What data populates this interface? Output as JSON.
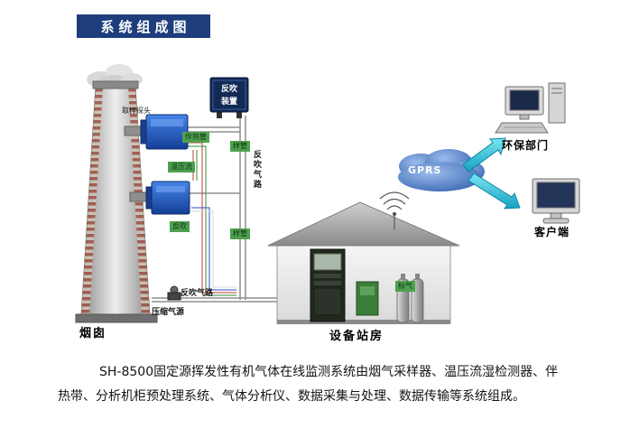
{
  "header": {
    "title": "系统组成图"
  },
  "colors": {
    "banner_bg": "#1d3d7c",
    "tag_green": "#4ea04e",
    "probe_blue": "#1a4fae",
    "cloud_blue": "#2d5cac",
    "arrow_cyan": "#2bc2d8"
  },
  "diagram": {
    "labels": {
      "probe": "取样探头",
      "heat_pipe": "伴热管",
      "temp_pressure_flow": "温压流",
      "backflush": "反吹",
      "backflush_device_line1": "反吹",
      "backflush_device_line2": "装置",
      "sample_pipe_upper": "样管",
      "sample_pipe_lower": "样管",
      "backflush_path_vertical": "反吹气路",
      "backflush_path_bottom": "反吹气路",
      "compressed_air": "压缩气源",
      "chimney": "烟囱",
      "station": "设备站房",
      "standard_gas": "标气",
      "gprs": "GPRS",
      "epa": "环保部门",
      "client": "客户端"
    }
  },
  "description": {
    "line1": "SH-8500固定源挥发性有机气体在线监测系统由烟气采样器、温压流湿检测器、伴",
    "line2": "热带、分析机柜预处理系统、气体分析仪、数据采集与处理、数据传输等系统组成。"
  }
}
